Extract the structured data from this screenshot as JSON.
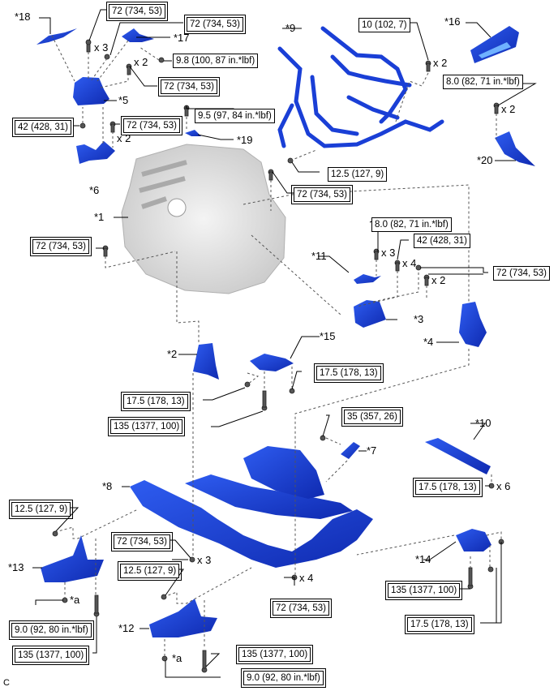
{
  "diagram": {
    "title_code": "C",
    "colors": {
      "part": "#1a3fd6",
      "part_light": "#6fb1ff",
      "engine": "#e2e2e2",
      "line": "#000000"
    },
    "callouts": [
      {
        "id": "c18",
        "label": "*18"
      },
      {
        "id": "c17",
        "label": "*17"
      },
      {
        "id": "c5",
        "label": "*5"
      },
      {
        "id": "c6",
        "label": "*6"
      },
      {
        "id": "c19",
        "label": "*19"
      },
      {
        "id": "c9",
        "label": "*9"
      },
      {
        "id": "c16",
        "label": "*16"
      },
      {
        "id": "c20",
        "label": "*20"
      },
      {
        "id": "c1",
        "label": "*1"
      },
      {
        "id": "c11",
        "label": "*11"
      },
      {
        "id": "c3",
        "label": "*3"
      },
      {
        "id": "c4",
        "label": "*4"
      },
      {
        "id": "c2",
        "label": "*2"
      },
      {
        "id": "c15",
        "label": "*15"
      },
      {
        "id": "c7",
        "label": "*7"
      },
      {
        "id": "c10",
        "label": "*10"
      },
      {
        "id": "c8",
        "label": "*8"
      },
      {
        "id": "c13",
        "label": "*13"
      },
      {
        "id": "c14",
        "label": "*14"
      },
      {
        "id": "c12",
        "label": "*12"
      },
      {
        "id": "ca1",
        "label": "*a"
      },
      {
        "id": "ca2",
        "label": "*a"
      }
    ],
    "torques": [
      {
        "id": "t1",
        "value": "72 (734, 53)",
        "double": true
      },
      {
        "id": "t2",
        "value": "72 (734, 53)",
        "double": true
      },
      {
        "id": "t3",
        "value": "9.8 (100, 87 in.*lbf)",
        "double": false
      },
      {
        "id": "t4",
        "value": "72 (734, 53)",
        "double": true
      },
      {
        "id": "t5",
        "value": "42 (428, 31)",
        "double": true
      },
      {
        "id": "t6",
        "value": "72 (734, 53)",
        "double": true
      },
      {
        "id": "t7",
        "value": "9.5 (97, 84 in.*lbf)",
        "double": false
      },
      {
        "id": "t8",
        "value": "10 (102, 7)",
        "double": false
      },
      {
        "id": "t9",
        "value": "8.0 (82, 71 in.*lbf)",
        "double": false
      },
      {
        "id": "t10",
        "value": "12.5 (127, 9)",
        "double": false
      },
      {
        "id": "t11",
        "value": "72 (734, 53)",
        "double": true
      },
      {
        "id": "t12",
        "value": "72 (734, 53)",
        "double": true
      },
      {
        "id": "t13",
        "value": "8.0 (82, 71 in.*lbf)",
        "double": false
      },
      {
        "id": "t14",
        "value": "42 (428, 31)",
        "double": false
      },
      {
        "id": "t15",
        "value": "72 (734, 53)",
        "double": false
      },
      {
        "id": "t16",
        "value": "17.5 (178, 13)",
        "double": true
      },
      {
        "id": "t17",
        "value": "17.5 (178, 13)",
        "double": true
      },
      {
        "id": "t18",
        "value": "135 (1377, 100)",
        "double": false
      },
      {
        "id": "t19",
        "value": "35 (357, 26)",
        "double": true
      },
      {
        "id": "t20",
        "value": "17.5 (178, 13)",
        "double": true
      },
      {
        "id": "t21",
        "value": "12.5 (127, 9)",
        "double": true
      },
      {
        "id": "t22",
        "value": "72 (734, 53)",
        "double": true
      },
      {
        "id": "t23",
        "value": "12.5 (127, 9)",
        "double": true
      },
      {
        "id": "t24",
        "value": "72 (734, 53)",
        "double": true
      },
      {
        "id": "t25",
        "value": "135 (1377, 100)",
        "double": true
      },
      {
        "id": "t26",
        "value": "17.5 (178, 13)",
        "double": true
      },
      {
        "id": "t27",
        "value": "9.0 (92, 80 in.*lbf)",
        "double": true
      },
      {
        "id": "t28",
        "value": "135 (1377, 100)",
        "double": true
      },
      {
        "id": "t29",
        "value": "135 (1377, 100)",
        "double": true
      },
      {
        "id": "t30",
        "value": "9.0 (92, 80 in.*lbf)",
        "double": true
      }
    ],
    "quantities": [
      {
        "id": "q1",
        "label": "x 3"
      },
      {
        "id": "q2",
        "label": "x 2"
      },
      {
        "id": "q3",
        "label": "x 2"
      },
      {
        "id": "q4",
        "label": "x 2"
      },
      {
        "id": "q5",
        "label": "x 2"
      },
      {
        "id": "q6",
        "label": "x 3"
      },
      {
        "id": "q7",
        "label": "x 4"
      },
      {
        "id": "q8",
        "label": "x 2"
      },
      {
        "id": "q9",
        "label": "x 6"
      },
      {
        "id": "q10",
        "label": "x 3"
      },
      {
        "id": "q11",
        "label": "x 4"
      }
    ]
  }
}
